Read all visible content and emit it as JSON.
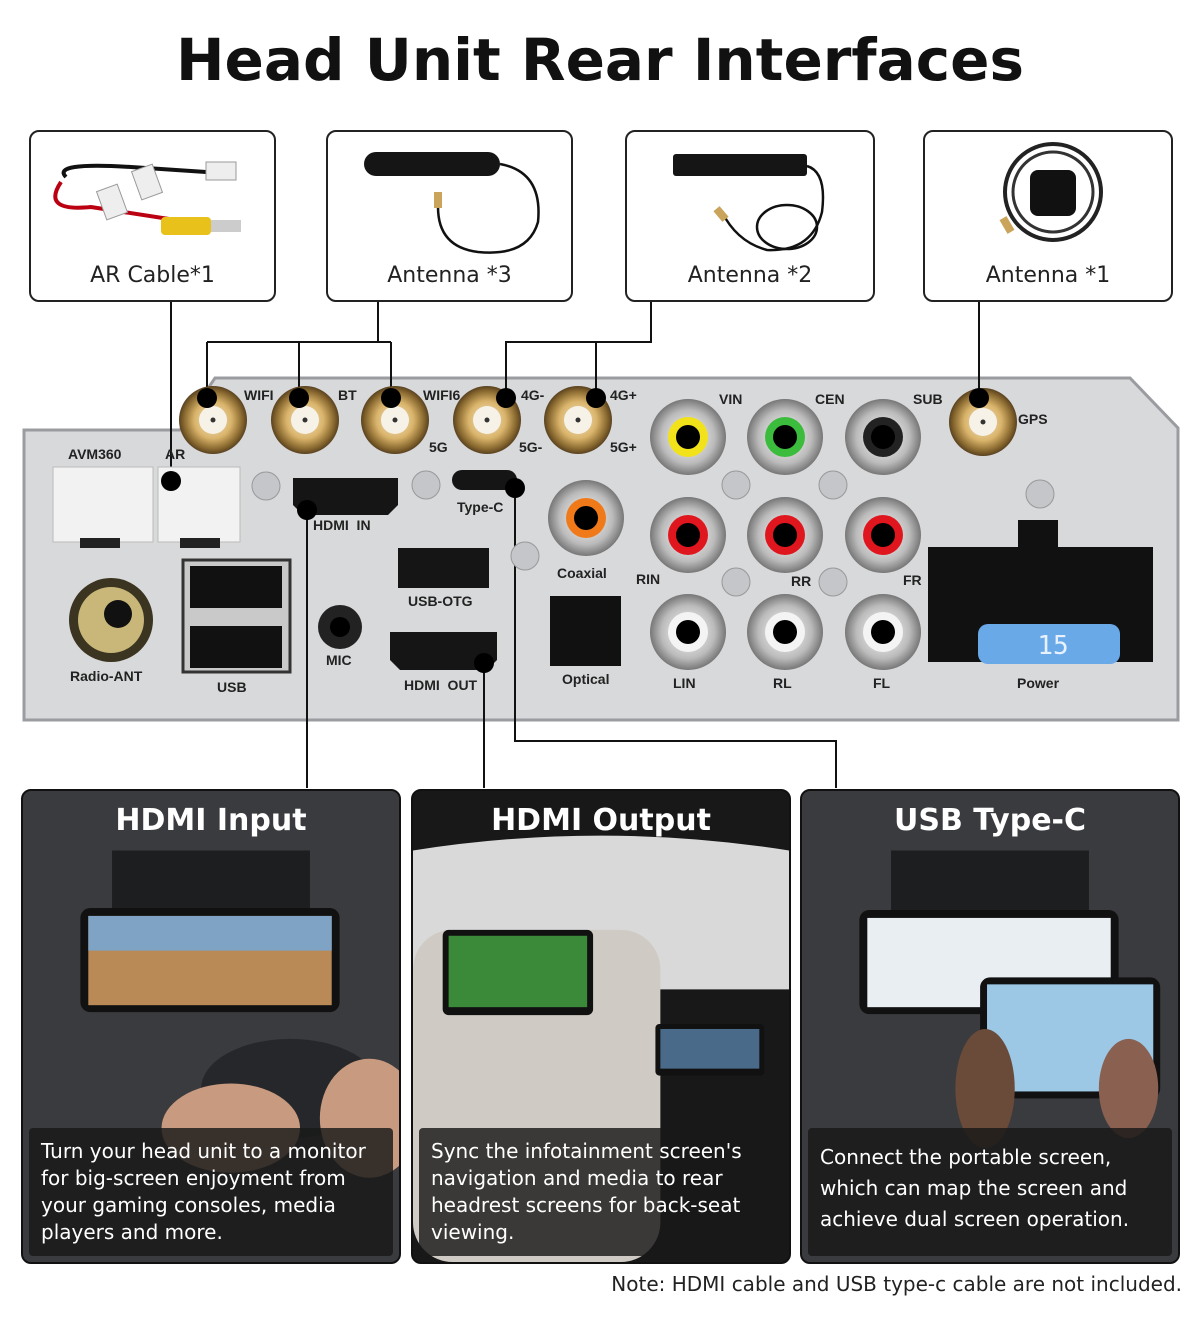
{
  "title": "Head Unit Rear Interfaces",
  "accessories": [
    {
      "label": "AR Cable*1"
    },
    {
      "label": "Antenna *3"
    },
    {
      "label": "Antenna *2"
    },
    {
      "label": "Antenna *1"
    }
  ],
  "panel": {
    "ports": {
      "wifi": "WIFI",
      "bt": "BT",
      "wifi6": "WIFI6",
      "g5": "5G",
      "g4minus": "4G-",
      "g5minus": "5G-",
      "g4plus": "4G+",
      "g5plus": "5G+",
      "avm360": "AVM360",
      "ar": "AR",
      "hdmi_in": "HDMI  IN",
      "type_c": "Type-C",
      "coaxial": "Coaxial",
      "usb_otg": "USB-OTG",
      "mic": "MIC",
      "hdmi_out": "HDMI  OUT",
      "optical": "Optical",
      "radio_ant": "Radio-ANT",
      "usb": "USB",
      "vin": "VIN",
      "cen": "CEN",
      "sub": "SUB",
      "gps": "GPS",
      "rin": "RIN",
      "rr": "RR",
      "fr": "FR",
      "lin": "LIN",
      "rl": "RL",
      "fl": "FL",
      "power": "Power",
      "fuse": "15"
    }
  },
  "cards": [
    {
      "title": "HDMI Input",
      "caption": "Turn your head unit to a monitor for big-screen enjoyment from your gaming consoles, media players and more."
    },
    {
      "title": "HDMI Output",
      "caption": "Sync the infotainment screen's navigation and media to rear headrest screens for back-seat viewing."
    },
    {
      "title": "USB Type-C",
      "caption": "Connect the portable screen, which can map the screen and achieve dual screen operation."
    }
  ],
  "note": "Note: HDMI cable and USB type-c cable are not included.",
  "colors": {
    "panel": "#d8d9db",
    "gold": "#c9a45a",
    "fuse": "#6aa9e8"
  }
}
